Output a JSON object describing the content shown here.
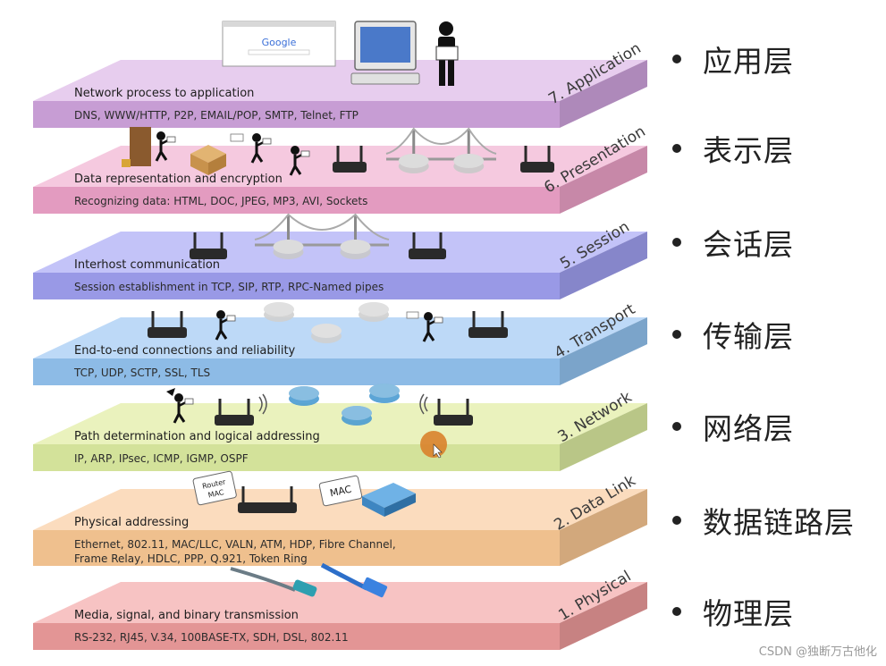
{
  "layers": [
    {
      "name": "7. Application",
      "title": "Network process to application",
      "protocols": [
        "DNS, WWW/HTTP, P2P, EMAIL/POP, SMTP, Telnet, FTP"
      ],
      "top_color": "#e7cdee",
      "front_color": "#c79dd4"
    },
    {
      "name": "6. Presentation",
      "title": "Data representation and encryption",
      "protocols": [
        "Recognizing data: HTML, DOC, JPEG, MP3, AVI, Sockets"
      ],
      "top_color": "#f5c9df",
      "front_color": "#e39bc0"
    },
    {
      "name": "5. Session",
      "title": "Interhost communication",
      "protocols": [
        "Session establishment in TCP, SIP, RTP, RPC-Named pipes"
      ],
      "top_color": "#c3c3f8",
      "front_color": "#9999e6"
    },
    {
      "name": "4. Transport",
      "title": "End-to-end connections and reliability",
      "protocols": [
        "TCP, UDP, SCTP, SSL, TLS"
      ],
      "top_color": "#bdd9f7",
      "front_color": "#8dbbe6"
    },
    {
      "name": "3. Network",
      "title": "Path determination and logical addressing",
      "protocols": [
        "IP, ARP, IPsec, ICMP, IGMP, OSPF"
      ],
      "top_color": "#eaf2bd",
      "front_color": "#d3e29a"
    },
    {
      "name": "2. Data Link",
      "title": "Physical addressing",
      "protocols": [
        "Ethernet, 802.11, MAC/LLC, VALN, ATM, HDP, Fibre Channel,",
        "Frame Relay, HDLC,  PPP, Q.921, Token Ring"
      ],
      "top_color": "#fbdcbe",
      "front_color": "#efc08e"
    },
    {
      "name": "1. Physical",
      "title": "Media, signal, and binary transmission",
      "protocols": [
        "RS-232, RJ45, V.34, 100BASE-TX, SDH, DSL, 802.11"
      ],
      "top_color": "#f7c3c3",
      "front_color": "#e39595"
    }
  ],
  "chinese_names": [
    "应用层",
    "表示层",
    "会话层",
    "传输层",
    "网络层",
    "数据链路层",
    "物理层"
  ],
  "icon_labels": {
    "search_engine": "Google",
    "router_mac": "Router MAC",
    "switch_mac": "MAC"
  },
  "watermark": "CSDN @独断万古他化",
  "colors": {
    "side_face": "#000000",
    "text": "#1d1d1d",
    "router": "#2a2a2a",
    "blue_router": "#4a9bd1",
    "cursor": "#d9822b"
  }
}
